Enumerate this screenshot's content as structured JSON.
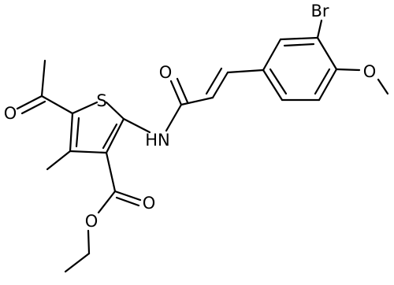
{
  "structure": {
    "atom_labels": {
      "ketone_oxygen": "O",
      "ring_sulfur": "S",
      "amide_oxygen": "O",
      "amide_nh": "HN",
      "bromine": "Br",
      "methoxy_oxygen": "O",
      "ester_carbonyl_oxygen": "O",
      "ester_ether_oxygen": "O"
    }
  }
}
